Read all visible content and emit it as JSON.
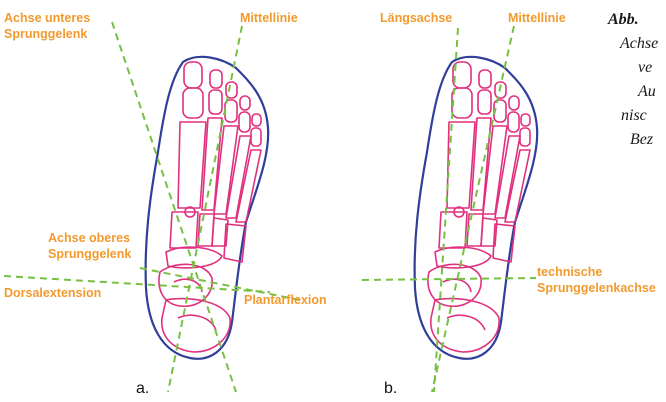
{
  "figure": {
    "colors": {
      "outline": "#2f3f9a",
      "bones": "#e0307e",
      "axis": "#77c043",
      "label": "#f29a2e"
    },
    "panel_a": {
      "letter": "a.",
      "labels": {
        "achse_unteres_line1": "Achse unteres",
        "achse_unteres_line2": "Sprunggelenk",
        "mittellinie": "Mittellinie",
        "achse_oberes_line1": "Achse oberes",
        "achse_oberes_line2": "Sprunggelenk",
        "dorsalextension": "Dorsalextension",
        "plantarflexion": "Plantarflexion"
      }
    },
    "panel_b": {
      "letter": "b.",
      "labels": {
        "laengsachse": "Längsachse",
        "mittellinie": "Mittellinie",
        "technische_line1": "technische",
        "technische_line2": "Sprunggelenkachse"
      }
    },
    "caption": {
      "line1": "Abb.",
      "line2": "Achse",
      "line3": "ve",
      "line4": "Au",
      "line5": "nisc",
      "line6": "Bez"
    }
  }
}
